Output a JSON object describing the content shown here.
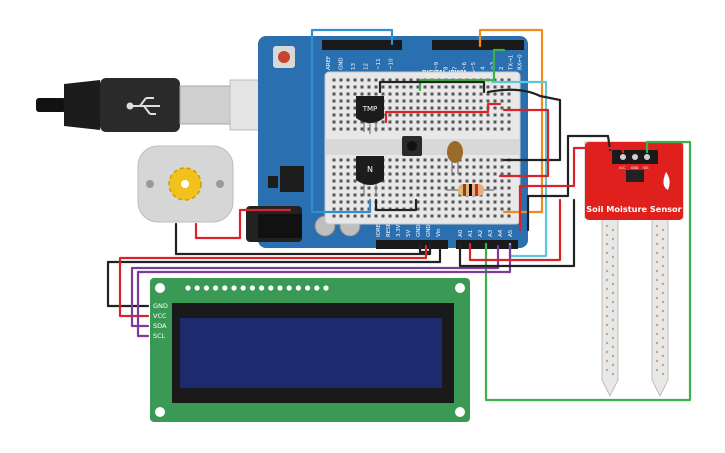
{
  "arduino": {
    "header_top_labels": [
      "AREF",
      "GND",
      "13",
      "12",
      "~11",
      "~10",
      "~9",
      "8",
      "7",
      "~6",
      "~5",
      "4",
      "~3",
      "2",
      "TX→1",
      "RX←0"
    ],
    "digital_label": "DIGITAL (PWM ~)",
    "power_labels": [
      "IOREF",
      "RESET",
      "3.3V",
      "5V",
      "GND",
      "GND",
      "Vin"
    ],
    "analog_labels": [
      "A0",
      "A1",
      "A2",
      "A3",
      "A4",
      "A5"
    ]
  },
  "components": {
    "tmp_label": "TMP",
    "npn_label": "N"
  },
  "soil_sensor": {
    "title": "Soil Moisture Sensor",
    "pin_labels": [
      "VCC",
      "GND",
      "SIG"
    ]
  },
  "lcd": {
    "pin_labels": [
      "GND",
      "VCC",
      "SDA",
      "SCL"
    ]
  },
  "colors": {
    "arduino_blue": "#2a6fb0",
    "breadboard": "#e8e8e8",
    "lcd_green": "#3a9a55",
    "lcd_screen": "#1e2a6e",
    "sensor_red": "#e0201c",
    "wire_red": "#d8232a",
    "wire_black": "#222222",
    "wire_green": "#3cb04a",
    "wire_orange": "#f08c1e",
    "wire_blue": "#2f8fd0",
    "wire_purple": "#7a3d9a",
    "wire_cyan": "#5ec8d8"
  }
}
